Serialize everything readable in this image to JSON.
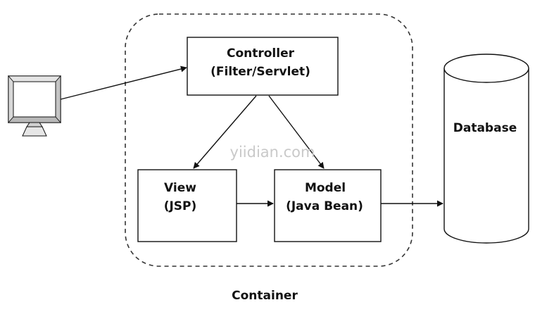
{
  "container": {
    "label": "Container"
  },
  "controller": {
    "line1": "Controller",
    "line2": "(Filter/Servlet)"
  },
  "view": {
    "line1": "View",
    "line2": "(JSP)"
  },
  "model": {
    "line1": "Model",
    "line2": "(Java Bean)"
  },
  "database": {
    "label": "Database"
  },
  "client": {
    "icon": "computer-monitor-icon"
  },
  "watermark": {
    "text": "yiidian.com"
  },
  "colors": {
    "stroke": "#111111",
    "watermark": "#c9c9c9"
  }
}
